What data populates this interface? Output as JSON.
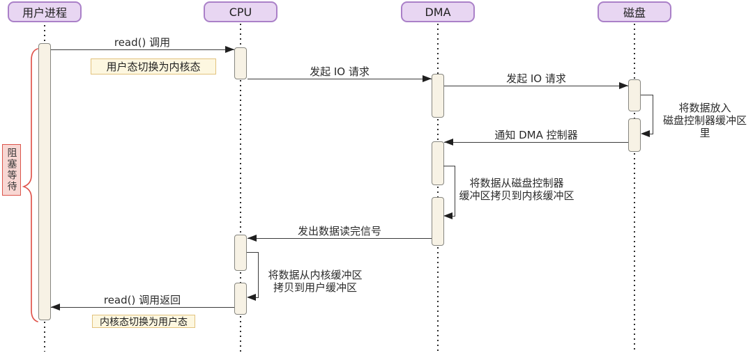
{
  "diagram": {
    "actors": [
      {
        "label": "用户进程"
      },
      {
        "label": "CPU"
      },
      {
        "label": "DMA"
      },
      {
        "label": "磁盘"
      }
    ],
    "messages": [
      {
        "label": "read() 调用",
        "from": "用户进程",
        "to": "CPU"
      },
      {
        "label": "发起 IO 请求",
        "from": "CPU",
        "to": "DMA"
      },
      {
        "label": "发起 IO 请求",
        "from": "DMA",
        "to": "磁盘"
      },
      {
        "label": "通知 DMA 控制器",
        "from": "磁盘",
        "to": "DMA"
      },
      {
        "label": "发出数据读完信号",
        "from": "DMA",
        "to": "CPU"
      },
      {
        "label": "read() 调用返回",
        "from": "CPU",
        "to": "用户进程"
      }
    ],
    "self_messages": [
      {
        "actor": "磁盘",
        "line1": "将数据放入",
        "line2": "磁盘控制器缓冲区里"
      },
      {
        "actor": "DMA",
        "line1": "将数据从磁盘控制器",
        "line2": "缓冲区拷贝到内核缓冲区"
      },
      {
        "actor": "CPU",
        "line1": "将数据从内核缓冲区",
        "line2": "拷贝到用户缓冲区"
      }
    ],
    "notes": [
      {
        "label": "用户态切换为内核态"
      },
      {
        "label": "内核态切换为用户态"
      }
    ],
    "blocking_label": "阻塞等待",
    "colors": {
      "actor_fill": "#e8d6f2",
      "actor_border": "#aa80c8",
      "activation_fill": "#f7f2e5",
      "activation_border": "#85857f",
      "arrow": "#2f2f2f",
      "note_fill": "#fdf7e0",
      "note_border": "#e2c27d",
      "blocking_fill": "#f8d7d3",
      "blocking_border": "#dc554b",
      "background": "#ffffff"
    }
  }
}
